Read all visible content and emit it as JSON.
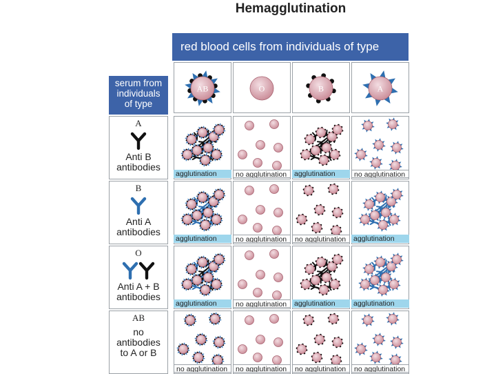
{
  "title": "Hemagglutination",
  "column_header": "red blood cells from individuals of type",
  "row_header": [
    "serum from",
    "individuals",
    "of type"
  ],
  "cell_types": [
    "AB",
    "O",
    "B",
    "A"
  ],
  "rows": [
    {
      "serum_type": "A",
      "antibody_label": [
        "Anti B",
        "antibodies"
      ],
      "results": [
        "agglutination",
        "no agglutination",
        "agglutination",
        "no agglutination"
      ]
    },
    {
      "serum_type": "B",
      "antibody_label": [
        "Anti A",
        "antibodies"
      ],
      "results": [
        "agglutination",
        "no agglutination",
        "no agglutination",
        "agglutination"
      ]
    },
    {
      "serum_type": "O",
      "antibody_label": [
        "Anti A + B",
        "antibodies"
      ],
      "results": [
        "agglutination",
        "no agglutination",
        "agglutination",
        "agglutination"
      ]
    },
    {
      "serum_type": "AB",
      "antibody_label": [
        "no",
        "antibodies",
        "to A or B"
      ],
      "results": [
        "no agglutination",
        "no agglutination",
        "no agglutination",
        "no agglutination"
      ]
    }
  ],
  "colors": {
    "header_blue": "#3d63a8",
    "agglutination_band": "#9ed6ec",
    "cell_pink": "#c98a96",
    "antigen_A_blue": "#2e6fb0",
    "antigen_B_black": "#111111",
    "anti_A_antibody": "#2e6fb0",
    "anti_B_antibody": "#111111"
  }
}
